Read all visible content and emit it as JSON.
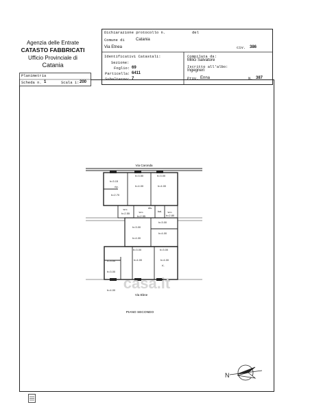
{
  "agency": {
    "line1": "Agenzia delle Entrate",
    "line2": "CATASTO FABBRICATI",
    "line3": "Ufficio Provinciale di",
    "line4": "Catania"
  },
  "header": {
    "dichiarazione_label": "Dichiarazione protocollo n.",
    "del_label": "del",
    "comune_label": "Comune di",
    "comune_value": "Catania",
    "via_value": "Via Etnea",
    "civ_label": "civ.",
    "civ_value": "386",
    "identificativi_label": "Identificativi Catastali:",
    "sezione_label": "Sezione:",
    "foglio_label": "Foglio:",
    "foglio_value": "69",
    "particella_label": "Particella:",
    "particella_value": "6411",
    "subalterno_label": "Subalterno:",
    "subalterno_value": "7",
    "compilata_label": "Compilata da:",
    "compilata_value": "Milici Salvatore",
    "iscritto_label": "Iscritto all'albo:",
    "iscritto_value": "Ingegneri",
    "prov_label": "Prov.",
    "prov_value": "Enna",
    "n_label": "N.",
    "n_value": "387"
  },
  "scheda": {
    "planimetria_label": "Planimetria",
    "scheda_label": "Scheda n.",
    "scheda_value": "1",
    "scala_label": "Scala 1:",
    "scala_value": "200"
  },
  "plan": {
    "street_top": "Via Caronda",
    "street_bottom": "Via Ebne",
    "floor_label": "PIANO SECONDO",
    "compass_letter": "N",
    "rooms": [
      {
        "label": "h=3.50"
      },
      {
        "label": "h=3.00"
      },
      {
        "label": "h=3.15"
      },
      {
        "label": "rip."
      },
      {
        "label": "h=2.70"
      },
      {
        "label": "h=4.00"
      },
      {
        "label": "h=4.00"
      },
      {
        "label": "w.c."
      },
      {
        "label": "h=2.55"
      },
      {
        "label": "dis."
      },
      {
        "label": "w.c."
      },
      {
        "label": "h=2.55"
      },
      {
        "label": "bal."
      },
      {
        "label": "w.c."
      },
      {
        "label": "h=2.80"
      },
      {
        "label": "h=3.00"
      },
      {
        "label": "h=3.00"
      },
      {
        "label": "h=4.00"
      },
      {
        "label": "h=4.00"
      },
      {
        "label": "h=3.00"
      },
      {
        "label": "h=3.00"
      },
      {
        "label": "h=3.00"
      },
      {
        "label": "h=4.00"
      },
      {
        "label": "h=4.00"
      },
      {
        "label": "K."
      },
      {
        "label": "h=3.00"
      },
      {
        "label": "h=4.00"
      }
    ]
  },
  "watermark": "casa.it"
}
